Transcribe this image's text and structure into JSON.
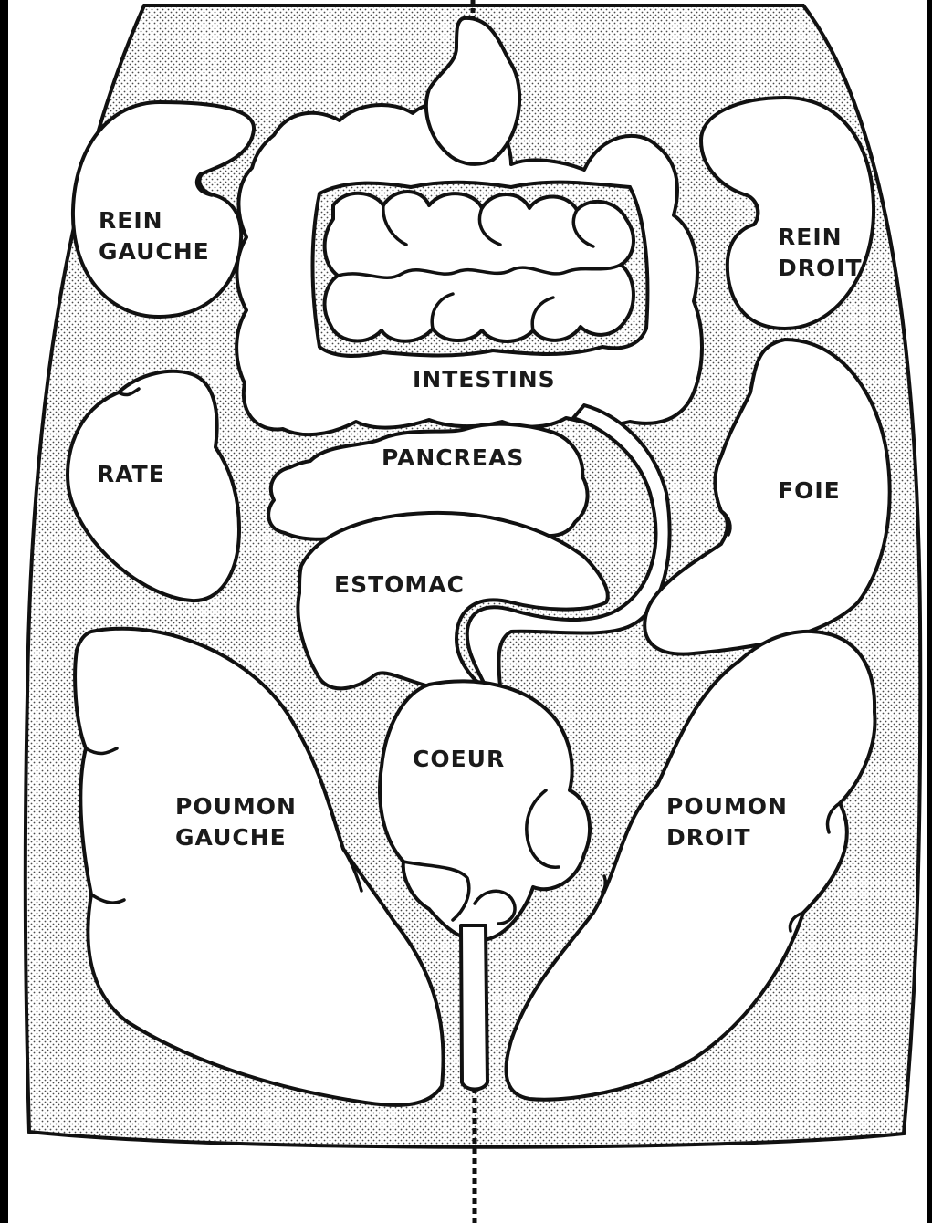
{
  "diagram": {
    "labels": {
      "rein_gauche": [
        "REIN",
        "GAUCHE"
      ],
      "rein_droit": [
        "REIN",
        "DROIT"
      ],
      "intestins": "INTESTINS",
      "pancreas": "PANCREAS",
      "rate": "RATE",
      "foie": "FOIE",
      "estomac": "ESTOMAC",
      "coeur": "COEUR",
      "poumon_gauche": [
        "POUMON",
        "GAUCHE"
      ],
      "poumon_droit": [
        "POUMON",
        "DROIT"
      ]
    }
  },
  "colors": {
    "ink": "#111111",
    "paper": "#ffffff",
    "stipple": "#4a4a4a"
  }
}
